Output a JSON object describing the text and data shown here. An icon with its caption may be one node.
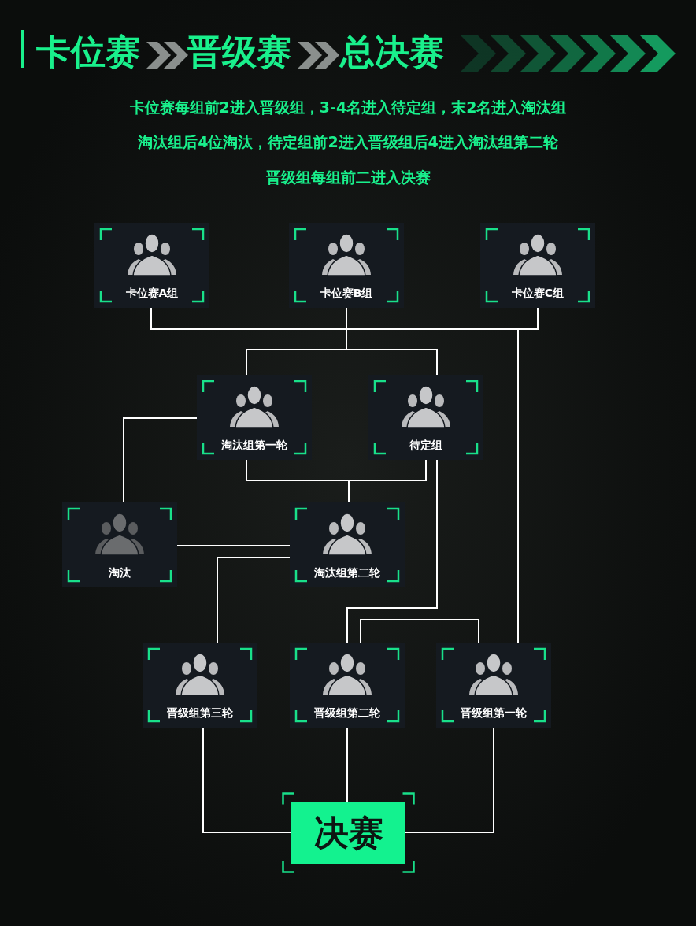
{
  "diagram": {
    "nodes": [
      {
        "text": [
          "卡位赛A组"
        ]
      },
      {
        "text": [
          "卡位赛B组"
        ]
      },
      {
        "text": [
          "卡位赛C组"
        ]
      },
      {
        "text": [
          "淘汰组第一轮"
        ]
      },
      {
        "text": [
          "待定组"
        ]
      },
      {
        "text": [
          "淘汰"
        ]
      },
      {
        "text": [
          "淘汰组第二轮"
        ]
      },
      {
        "text": [
          "晋级组第三轮"
        ]
      },
      {
        "text": [
          "晋级组第二轮"
        ]
      },
      {
        "text": [
          "晋级组第一轮"
        ]
      },
      {
        "text": [
          "决赛"
        ]
      }
    ],
    "edges": [
      {
        "from": 0,
        "to": 3,
        "arrow": "none"
      },
      {
        "from": 0,
        "to": 4,
        "arrow": "none"
      },
      {
        "from": 1,
        "to": 3,
        "arrow": "none"
      },
      {
        "from": 1,
        "to": 4,
        "arrow": "none"
      },
      {
        "from": 2,
        "to": 3,
        "arrow": "none"
      },
      {
        "from": 2,
        "to": 4,
        "arrow": "none"
      },
      {
        "from": 0,
        "to": 9,
        "arrow": "none"
      },
      {
        "from": 1,
        "to": 9,
        "arrow": "none"
      },
      {
        "from": 2,
        "to": 9,
        "arrow": "none"
      },
      {
        "from": 3,
        "to": 5,
        "arrow": "none"
      },
      {
        "from": 3,
        "to": 6,
        "arrow": "none"
      },
      {
        "from": 4,
        "to": 6,
        "arrow": "none"
      },
      {
        "from": 4,
        "to": 8,
        "arrow": "none"
      },
      {
        "from": 6,
        "to": 5,
        "arrow": "none"
      },
      {
        "from": 6,
        "to": 7,
        "arrow": "none"
      },
      {
        "from": 9,
        "to": 8,
        "arrow": "none"
      },
      {
        "from": 7,
        "to": 10,
        "arrow": "none"
      },
      {
        "from": 8,
        "to": 10,
        "arrow": "none"
      },
      {
        "from": 9,
        "to": 10,
        "arrow": "none"
      }
    ],
    "labels": [
      "卡位赛",
      "晋级赛",
      "总决赛",
      "卡位赛每组前2进入晋级组，3-4名进入待定组，末2名进入淘汰组",
      "淘汰组后4位淘汰，待定组前2进入晋级组后4进入淘汰组第二轮",
      "晋级组每组前二进入决赛"
    ]
  }
}
